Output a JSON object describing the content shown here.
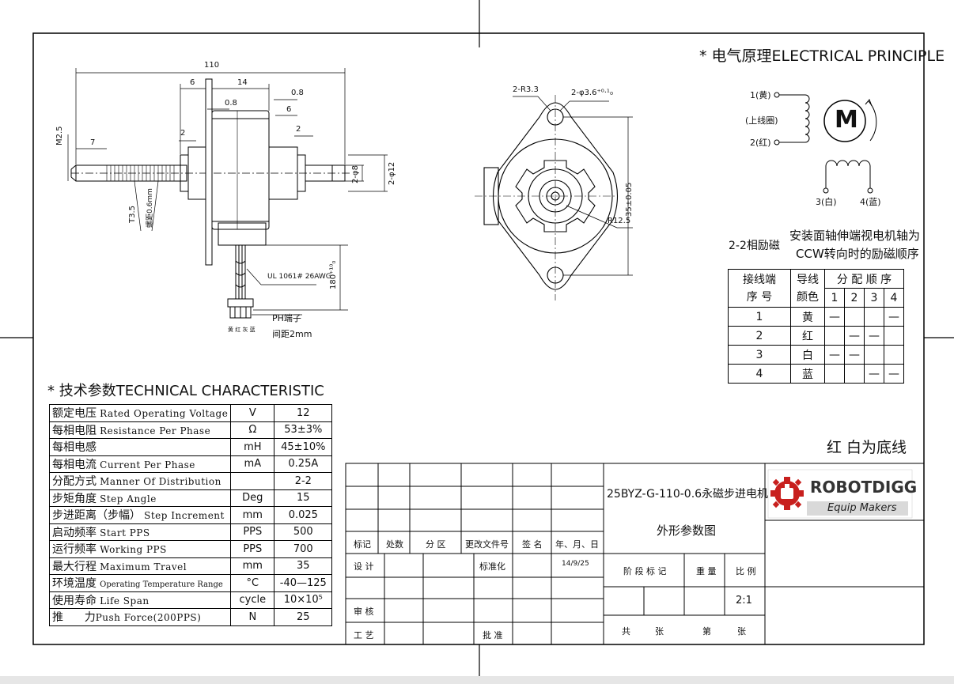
{
  "electrical": {
    "title": "* 电气原理ELECTRICAL PRINCIPLE",
    "wire1": "1(黄)",
    "coil_label": "(上线圈)",
    "wire2": "2(红)",
    "wire3": "3(白)",
    "wire4": "4(蓝)",
    "motor_symbol": "M",
    "phase_label": "2-2相励磁",
    "ccw_note_line1": "安装面轴伸端视电机轴为",
    "ccw_note_line2": "CCW转向时的励磁顺序",
    "base_wire_note": "红 白为底线"
  },
  "sequence_table": {
    "header_terminal_1": "接线端",
    "header_terminal_2": "序 号",
    "header_color_1": "导线",
    "header_color_2": "颜色",
    "header_steps": "分 配 顺 序",
    "steps": [
      "1",
      "2",
      "3",
      "4"
    ],
    "rows": [
      {
        "no": "1",
        "color": "黄",
        "marks": [
          "—",
          "",
          "",
          "—"
        ]
      },
      {
        "no": "2",
        "color": "红",
        "marks": [
          "",
          "—",
          "—",
          ""
        ]
      },
      {
        "no": "3",
        "color": "白",
        "marks": [
          "—",
          "—",
          "",
          ""
        ]
      },
      {
        "no": "4",
        "color": "蓝",
        "marks": [
          "",
          "",
          "—",
          "—"
        ]
      }
    ]
  },
  "side_view": {
    "dim_total": "110",
    "dim_6a": "6",
    "dim_14": "14",
    "dim_08a": "0.8",
    "dim_08b": "0.8",
    "dim_6b": "6",
    "dim_2a": "2",
    "dim_2b": "2",
    "dim_7": "7",
    "dim_m25": "M2.5",
    "dim_phi8": "2-φ8",
    "dim_phi12": "2-φ12",
    "dim_t35": "T3.5",
    "dim_pitch": "螺距0.6mm",
    "cable_spec": "UL 1061# 26AWG",
    "cable_length": "180⁺¹⁰₀",
    "connector": "PH端子",
    "pitch": "间距2mm",
    "wire_colors": "黄 红 灰 蓝"
  },
  "front_view": {
    "dim_r33": "2-R3.3",
    "dim_hole": "2-φ3.6⁺⁰·¹₀",
    "dim_35": "35±0.05",
    "dim_r125": "R12.5"
  },
  "technical": {
    "title": "* 技术参数TECHNICAL CHARACTERISTIC",
    "rows": [
      {
        "zh": "额定电压",
        "en": "Rated Operating Voltage",
        "unit": "V",
        "value": "12"
      },
      {
        "zh": "每相电阻",
        "en": "Resistance Per Phase",
        "unit": "Ω",
        "value": "53±3%"
      },
      {
        "zh": "每相电感",
        "en": "",
        "unit": "mH",
        "value": "45±10%"
      },
      {
        "zh": "每相电流",
        "en": "Current Per Phase",
        "unit": "mA",
        "value": "0.25A"
      },
      {
        "zh": "分配方式",
        "en": "Manner Of Distribution",
        "unit": "",
        "value": "2-2"
      },
      {
        "zh": "步矩角度",
        "en": "Step Angle",
        "unit": "Deg",
        "value": "15"
      },
      {
        "zh": "步进距离（步幅）",
        "en": "Step Increment",
        "unit": "mm",
        "value": "0.025"
      },
      {
        "zh": "启动频率",
        "en": "Start PPS",
        "unit": "PPS",
        "value": "500"
      },
      {
        "zh": "运行频率",
        "en": "Working PPS",
        "unit": "PPS",
        "value": "700"
      },
      {
        "zh": "最大行程",
        "en": "Maximum Travel",
        "unit": "mm",
        "value": "35"
      },
      {
        "zh": "环境温度",
        "en": "Operating Temperature Range",
        "unit": "°C",
        "value": "-40—125"
      },
      {
        "zh": "使用寿命",
        "en": "Life Span",
        "unit": "cycle",
        "value": "10×10⁵"
      },
      {
        "zh": "推      力",
        "en": "Push Force(200PPS)",
        "unit": "N",
        "value": "25"
      }
    ]
  },
  "title_block": {
    "model": "25BYZ-G-110-0.6永磁步进电机",
    "drawing_name": "外形参数图",
    "mark": "标记",
    "count": "处数",
    "zone": "分 区",
    "change_doc": "更改文件号",
    "signature": "签 名",
    "date_label": "年、月、日",
    "design": "设 计",
    "standard": "标准化",
    "date_value": "14/9/25",
    "stage_mark": "阶 段 标 记",
    "weight": "重 量",
    "scale_label": "比 例",
    "scale_value": "2:1",
    "review": "审 核",
    "process": "工 艺",
    "approve": "批 准",
    "total": "共",
    "sheets1": "张",
    "sheet_no": "第",
    "sheets2": "张"
  },
  "logo": {
    "brand": "ROBOTDIGG",
    "tagline": "Equip Makers",
    "brand_color": "#c8201e"
  }
}
